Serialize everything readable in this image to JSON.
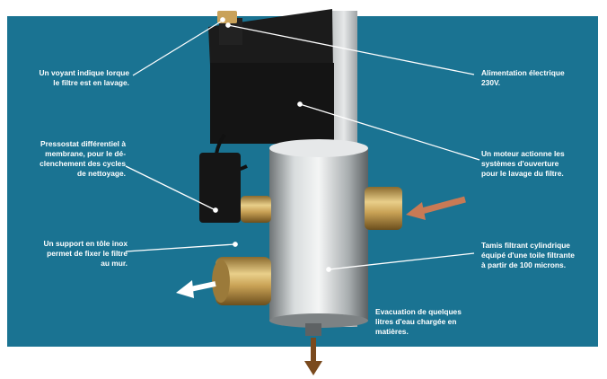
{
  "callouts": {
    "voyant": "Un voyant indique lorque\nle filtre est en lavage.",
    "pressostat": "Pressostat différentiel à\nmembrane, pour le dé-\nclenchement des cycles\nde nettoyage.",
    "support": "Un support en tôle inox\npermet de fixer le filtre\nau mur.",
    "alimentation": "Alimentation électrique\n230V.",
    "moteur": "Un moteur actionne les\nsystèmes d'ouverture\npour le lavage du filtre.",
    "tamis": "Tamis filtrant cylindrique\néquipé d'une toile filtrante\nà partir de 100 microns.",
    "evacuation": "Evacuation de quelques\nlitres d'eau chargée en\nmatières."
  },
  "colors": {
    "panel": "#1a7392",
    "arrow_in": "#c87a55",
    "arrow_out": "#ffffff",
    "arrow_drain": "#7a4a1e"
  }
}
